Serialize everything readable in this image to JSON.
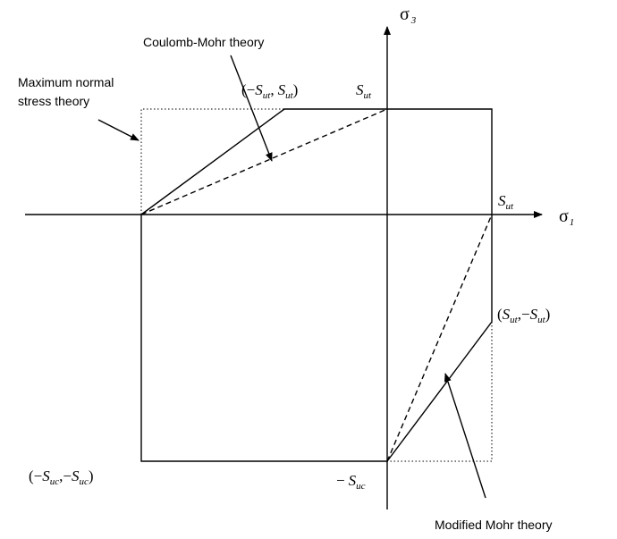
{
  "labels": {
    "coulomb_mohr": "Coulomb-Mohr theory",
    "max_normal_line1": "Maximum normal",
    "max_normal_line2": "stress theory",
    "modified_mohr": "Modified Mohr theory"
  },
  "axes": {
    "sigma": "σ",
    "x_sub": "1",
    "y_sub": "3"
  },
  "points": {
    "S": "S",
    "ut": "ut",
    "uc": "uc",
    "minus": "−",
    "comma": ",",
    "open": "(",
    "close": ")"
  }
}
